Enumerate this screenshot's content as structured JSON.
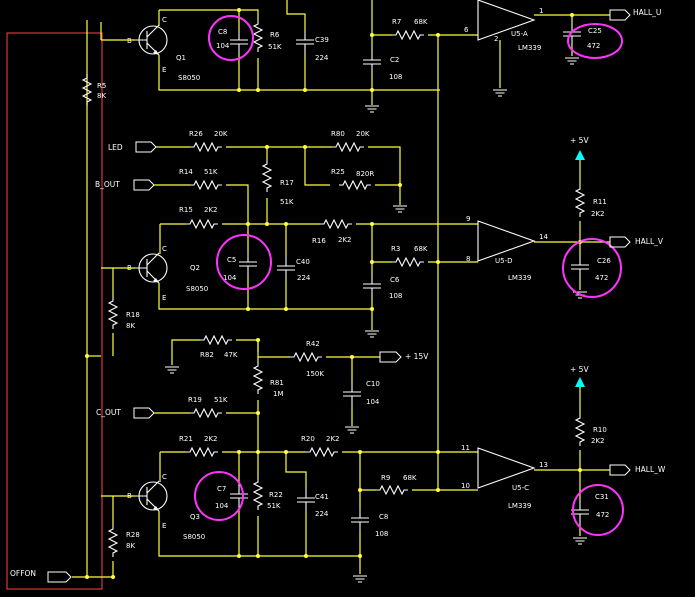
{
  "ports": {
    "hall_u": "HALL_U",
    "hall_v": "HALL_V",
    "hall_w": "HALL_W",
    "led": "LED",
    "b_out": "B_OUT",
    "c_out": "C_OUT",
    "offon": "OFFON",
    "plus15v": "+ 15V",
    "plus5v_top": "+ 5V",
    "plus5v_bottom": "+ 5V"
  },
  "opamps": {
    "u5a": {
      "name": "U5-A",
      "part": "LM339",
      "out_pin": "1",
      "in_pin": "6",
      "in_pin2": "2"
    },
    "u5d": {
      "name": "U5-D",
      "part": "LM339",
      "out_pin": "14",
      "in_plus_pin": "9",
      "in_minus_pin": "8"
    },
    "u5c": {
      "name": "U5-C",
      "part": "LM339",
      "out_pin": "13",
      "in_plus_pin": "11",
      "in_minus_pin": "10"
    }
  },
  "transistors": {
    "q1": {
      "name": "Q1",
      "part": "S8050"
    },
    "q2": {
      "name": "Q2",
      "part": "S8050"
    },
    "q3": {
      "name": "Q3",
      "part": "S8050"
    }
  },
  "pin_letters": {
    "b": "B",
    "c": "C",
    "e": "E"
  },
  "resistors": {
    "r5": {
      "name": "R5",
      "value": "8K"
    },
    "r6": {
      "name": "R6",
      "value": "51K"
    },
    "r7": {
      "name": "R7",
      "value": "68K"
    },
    "r26": {
      "name": "R26",
      "value": "20K"
    },
    "r80": {
      "name": "R80",
      "value": "20K"
    },
    "r14": {
      "name": "R14",
      "value": "51K"
    },
    "r17": {
      "name": "R17",
      "value": "51K"
    },
    "r25": {
      "name": "R25",
      "value": "820R"
    },
    "r15": {
      "name": "R15",
      "value": "2K2"
    },
    "r16": {
      "name": "R16",
      "value": "2K2"
    },
    "r3": {
      "name": "R3",
      "value": "68K"
    },
    "r11": {
      "name": "R11",
      "value": "2K2"
    },
    "r18": {
      "name": "R18",
      "value": "8K"
    },
    "r82": {
      "name": "R82",
      "value": "47K"
    },
    "r42": {
      "name": "R42",
      "value": "150K"
    },
    "r81": {
      "name": "R81",
      "value": "1M"
    },
    "r19": {
      "name": "R19",
      "value": "51K"
    },
    "r21": {
      "name": "R21",
      "value": "2K2"
    },
    "r20": {
      "name": "R20",
      "value": "2K2"
    },
    "r9": {
      "name": "R9",
      "value": "68K"
    },
    "r10": {
      "name": "R10",
      "value": "2K2"
    },
    "r22": {
      "name": "R22",
      "value": "51K"
    },
    "r28": {
      "name": "R28",
      "value": "8K"
    }
  },
  "capacitors": {
    "c8": {
      "name": "C8",
      "value": "104"
    },
    "c39": {
      "name": "C39",
      "value": "224"
    },
    "c2": {
      "name": "C2",
      "value": "108"
    },
    "c25": {
      "name": "C25",
      "value": "472"
    },
    "c5": {
      "name": "C5",
      "value": "104"
    },
    "c40": {
      "name": "C40",
      "value": "224"
    },
    "c6": {
      "name": "C6",
      "value": "108"
    },
    "c26": {
      "name": "C26",
      "value": "472"
    },
    "c10": {
      "name": "C10",
      "value": "104"
    },
    "c7": {
      "name": "C7",
      "value": "104"
    },
    "c41": {
      "name": "C41",
      "value": "224"
    },
    "c8b": {
      "name": "C8",
      "value": "108"
    },
    "c31": {
      "name": "C31",
      "value": "472"
    }
  },
  "colors": {
    "background": "#000000",
    "wire": "#ffff40",
    "component": "#ffffff",
    "highlight": "#ff33ff",
    "frame": "#ff4444",
    "power_arrow": "#00ffff"
  }
}
